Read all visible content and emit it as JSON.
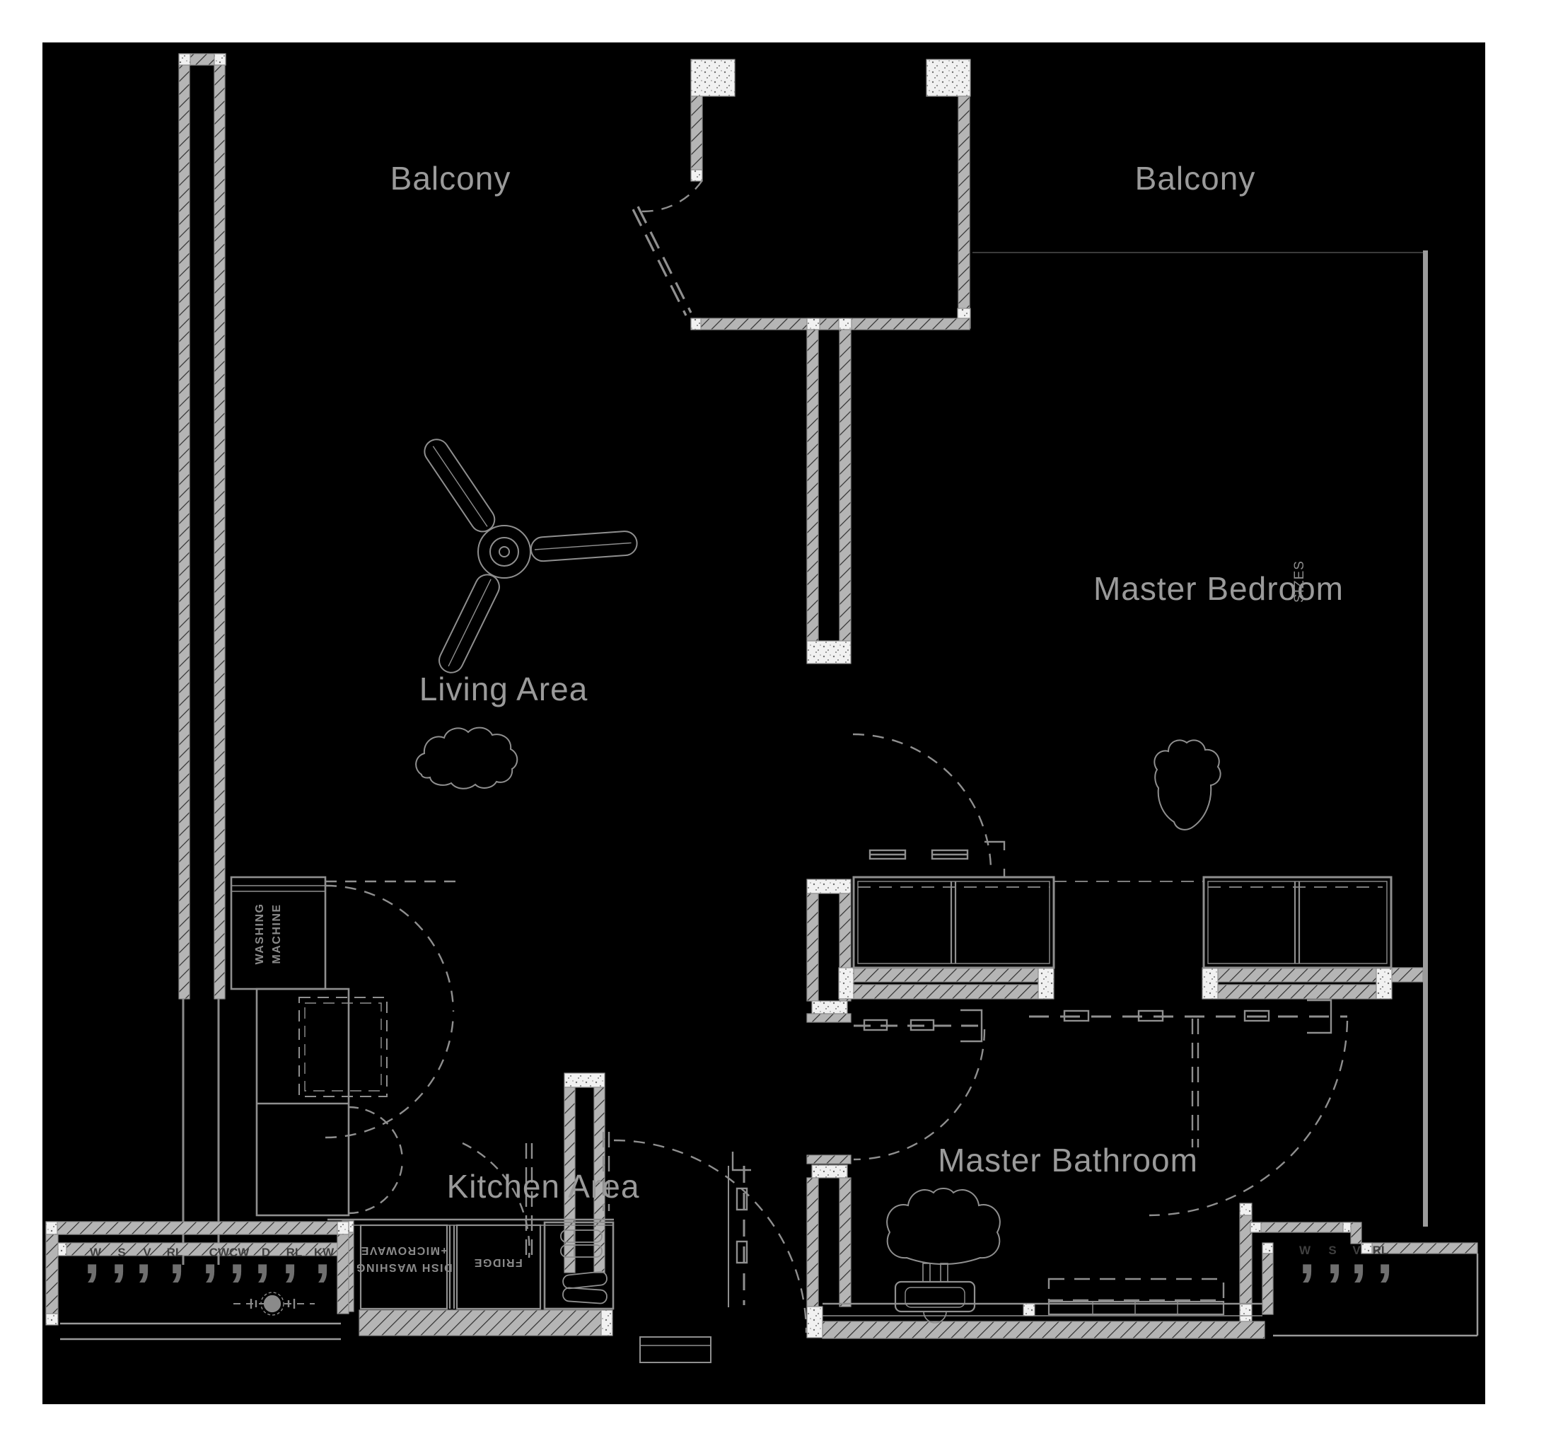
{
  "plan": {
    "colors": {
      "page_bg": "#ffffff",
      "plan_bg": "#000000",
      "wall_fill": "#b5b5b5",
      "wall_hatch": "#2f2f2f",
      "line": "#9a9a9a",
      "label": "#9a9a9a"
    },
    "rooms": {
      "balcony_left": "Balcony",
      "balcony_right": "Balcony",
      "living_area": "Living Area",
      "kitchen_area": "Kitchen Area",
      "master_bedroom": "Master Bedroom",
      "master_bathroom": "Master Bathroom"
    },
    "annotations": {
      "sizes": "SIZES"
    },
    "appliances": {
      "washing_line1": "WASHING",
      "washing_line2": "MACHINE",
      "dish_line1": "DISH WASHING",
      "dish_line2": "+MICROWAVE",
      "fridge": "FRIDGE"
    },
    "utilities": {
      "left": [
        "W",
        "S",
        "V",
        "RL",
        "CWCW",
        "D",
        "RL",
        "KW"
      ],
      "right": [
        "W",
        "S",
        "V",
        "RL"
      ],
      "pipe_glyph": ","
    }
  }
}
